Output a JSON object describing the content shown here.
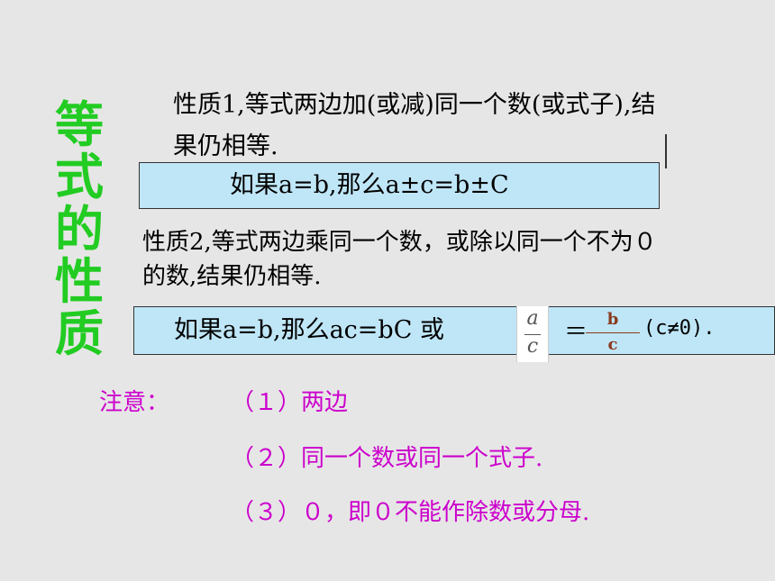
{
  "side_title": [
    "等",
    "式",
    "的",
    "性",
    "质"
  ],
  "property1": "性质1,等式两边加(或减)同一个数(或式子),结果仍相等.",
  "box1_text": "如果a=b,那么a±c=b±C",
  "property2": "性质2,等式两边乘同一个数，或除以同一个不为０的数,结果仍相等.",
  "box2_text": "如果a=b,那么ac=bC 或",
  "fraction_image": {
    "numerator": "a",
    "denominator": "c"
  },
  "equals": "＝",
  "fraction_b": {
    "numerator": "b",
    "denominator": "c"
  },
  "condition": "(c≠0).",
  "notes": {
    "label": "注意：",
    "item1": "（１）两边",
    "item2": "（２）同一个数或同一个式子.",
    "item3": "（３）０，即０不能作除数或分母."
  },
  "colors": {
    "title": "#22cc22",
    "box": "#bfe6f7",
    "note": "#cc00cc",
    "fraction": "#8a3b1f",
    "background": "#e6e6e6"
  }
}
